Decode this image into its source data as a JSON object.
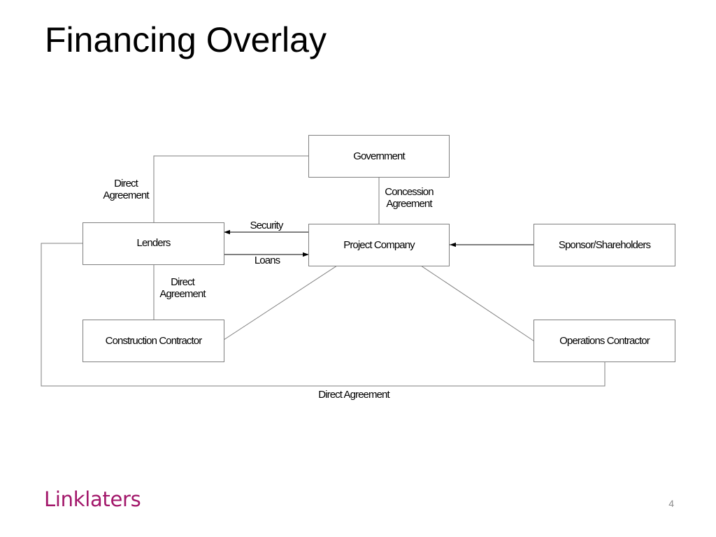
{
  "slide": {
    "title": "Financing Overlay",
    "page_number": "4",
    "logo_text": "Linklaters",
    "brand_color": "#a3186b"
  },
  "nodes": {
    "government": "Government",
    "lenders": "Lenders",
    "project_company": "Project Company",
    "sponsor": "Sponsor/Shareholders",
    "construction": "Construction Contractor",
    "operations": "Operations Contractor"
  },
  "edges": {
    "lenders_government": "Direct Agreement",
    "concession": "Concession Agreement",
    "security": "Security",
    "loans": "Loans",
    "lenders_construction": "Direct Agreement",
    "lenders_operations": "Direct Agreement"
  }
}
